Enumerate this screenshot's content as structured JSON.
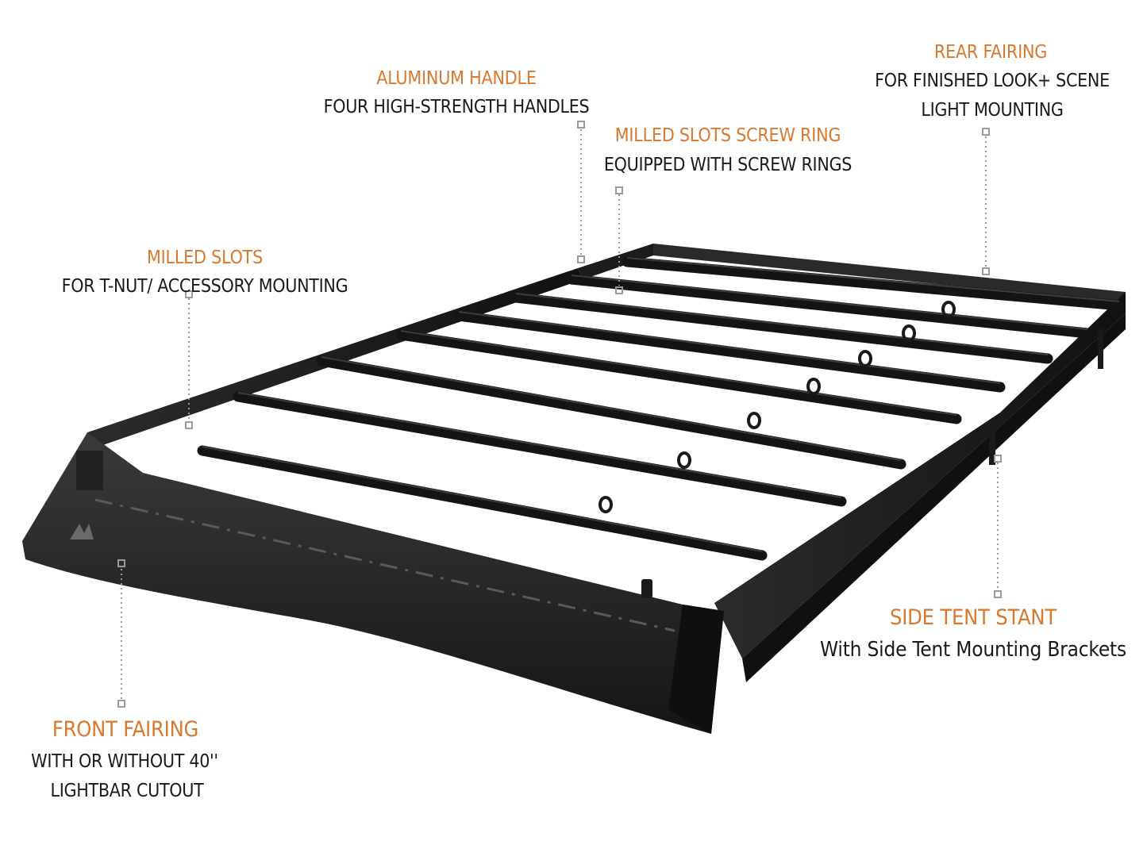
{
  "callouts": {
    "aluminum_handle": {
      "title": "ALUMINUM HANDLE",
      "lines": [
        "FOUR HIGH-STRENGTH HANDLES"
      ]
    },
    "rear_fairing": {
      "title": "REAR FAIRING",
      "lines": [
        "FOR FINISHED LOOK+ SCENE",
        "LIGHT  MOUNTING"
      ]
    },
    "milled_slots_screw_ring": {
      "title": "MILLED SLOTS SCREW RING",
      "lines": [
        "EQUIPPED WITH SCREW RINGS"
      ]
    },
    "milled_slots": {
      "title": "MILLED SLOTS",
      "lines": [
        "FOR  T-NUT/ ACCESSORY MOUNTING"
      ]
    },
    "side_tent_stant": {
      "title": "SIDE TENT STANT",
      "lines": [
        "With Side Tent Mounting Brackets"
      ]
    },
    "front_fairing": {
      "title": "FRONT FAIRING",
      "lines": [
        "WITH OR WITHOUT 40''",
        "LIGHTBAR CUTOUT"
      ]
    }
  },
  "colors": {
    "accent": "#d9782d",
    "text": "#1a1a1a",
    "rack": "#1e1e1e",
    "leader": "#9a9a9a"
  }
}
